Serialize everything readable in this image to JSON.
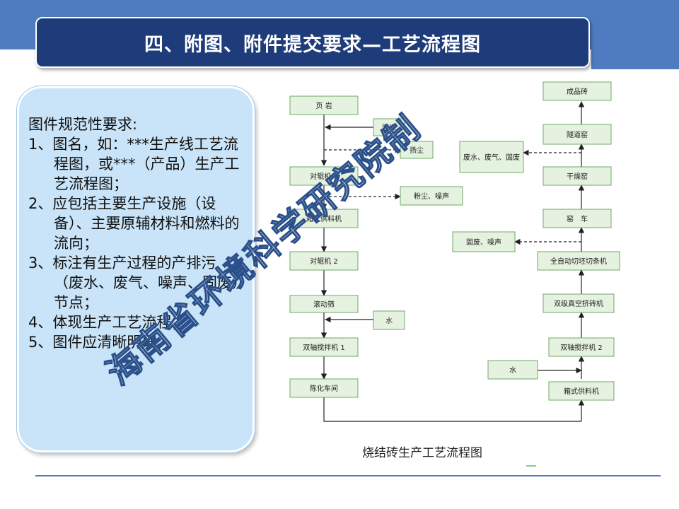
{
  "title": "四、附图、附件提交要求—工艺流程图",
  "requirements": {
    "heading": "图件规范性要求:",
    "items": [
      "1、图名，如：***生产线工艺流程图，或***（产品）生产工艺流程图；",
      "2、应包括主要生产设施（设备）、主要原辅材料和燃料的流向；",
      "3、标注有生产过程的产排污（废水、废气、噪声、固废）节点；",
      "4、体现生产工艺流程；",
      "5、图件应清晰明确。"
    ]
  },
  "flowchart": {
    "caption": "烧结砖生产工艺流程图",
    "left_column": [
      "页 岩",
      "对辊机 1",
      "箱式供料机",
      "对辊机 2",
      "滚动筛",
      "双轴搅拌机 1",
      "陈化车间"
    ],
    "right_column": [
      "箱式供料机",
      "双轴搅拌机 2",
      "双级真空挤砖机",
      "全自动切坯切条机",
      "窑　车",
      "干燥窑",
      "隧道窑",
      "成品砖"
    ],
    "inputs": {
      "coal": "原煤",
      "water_left": "水",
      "water_right": "水"
    },
    "emissions": {
      "dust1": "扬尘",
      "dust_noise": "粉尘、噪声",
      "solid_noise": "固废、噪声",
      "waste_kiln": "废水、废气、固废"
    }
  },
  "watermark": "海南省环境科学研究院制"
}
